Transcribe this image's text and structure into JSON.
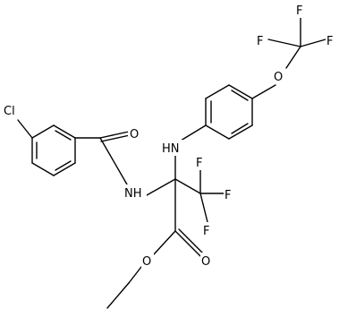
{
  "atom_labels": {
    "chlorine": "Cl",
    "carbonyl_oxygen": "O",
    "amide_nh": "NH",
    "amine_nh": "HN",
    "ether_oxygen": "O",
    "fluorine_cf3_upper_left": "F",
    "fluorine_cf3_upper_top": "F",
    "fluorine_cf3_upper_right": "F",
    "fluorine_cf3_lower_top": "F",
    "fluorine_cf3_lower_right": "F",
    "fluorine_cf3_lower_bottom": "F",
    "ester_carbonyl_oxygen": "O",
    "ester_oxygen": "O"
  }
}
